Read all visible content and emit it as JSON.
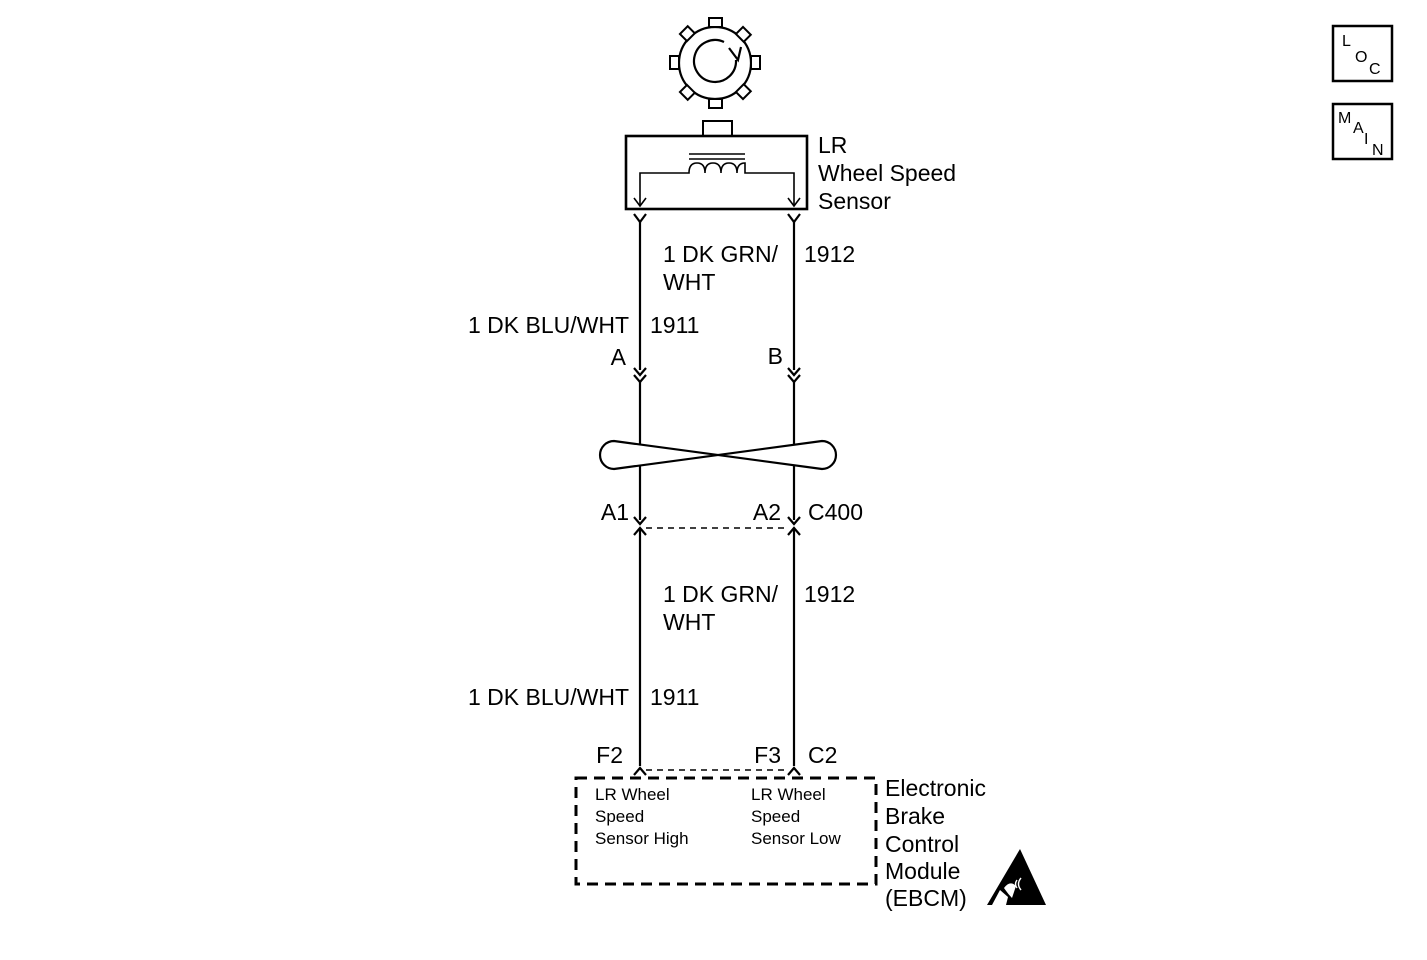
{
  "nav": {
    "loc": [
      "L",
      "O",
      "C"
    ],
    "main": [
      "M",
      "A",
      "I",
      "N"
    ]
  },
  "sensor": {
    "label": [
      "LR",
      "Wheel Speed",
      "Sensor"
    ]
  },
  "wires": {
    "upper_right": {
      "color": [
        "1 DK GRN/",
        "WHT"
      ],
      "circuit": "1912"
    },
    "upper_left": {
      "color": "1 DK BLU/WHT",
      "circuit": "1911"
    },
    "lower_right": {
      "color": [
        "1 DK GRN/",
        "WHT"
      ],
      "circuit": "1912"
    },
    "lower_left": {
      "color": "1 DK BLU/WHT",
      "circuit": "1911"
    }
  },
  "terminals": {
    "sensor_left": "A",
    "sensor_right": "B",
    "c400_left": "A1",
    "c400_right": "A2",
    "c400_name": "C400",
    "ebcm_left": "F2",
    "ebcm_right": "F3",
    "ebcm_connector": "C2"
  },
  "ebcm": {
    "label": [
      "Electronic",
      "Brake",
      "Control",
      "Module",
      "(EBCM)"
    ],
    "pin_high": [
      "LR Wheel",
      "Speed",
      "Sensor High"
    ],
    "pin_low": [
      "LR Wheel",
      "Speed",
      "Sensor Low"
    ]
  },
  "icons": {
    "tone_wheel": "tone-wheel-icon",
    "esd": "esd-warning-icon"
  }
}
